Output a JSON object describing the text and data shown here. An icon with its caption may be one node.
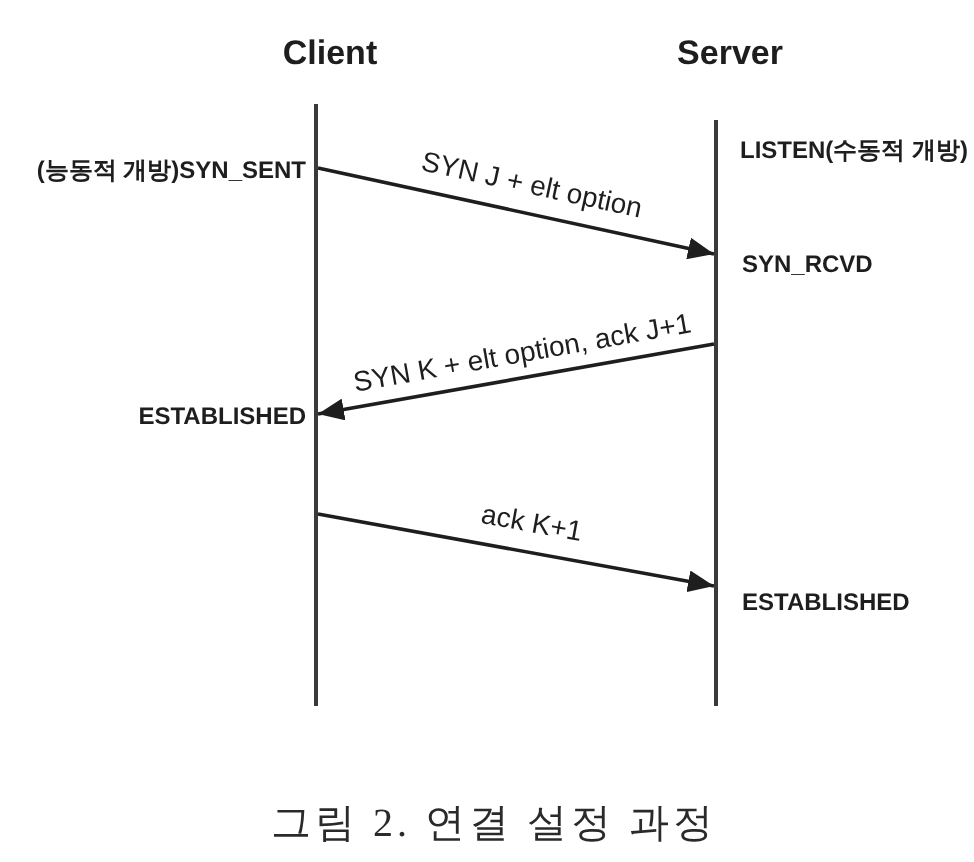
{
  "diagram": {
    "caption": "그림 2. 연결 설정 과정",
    "nodes": [
      {
        "text": [
          "Client"
        ]
      },
      {
        "text": [
          "Server"
        ]
      }
    ],
    "edges": [
      {
        "from": 0,
        "to": 1,
        "arrow": "to",
        "label": "SYN J + elt option"
      },
      {
        "from": 1,
        "to": 0,
        "arrow": "to",
        "label": "SYN K + elt option, ack J+1"
      },
      {
        "from": 0,
        "to": 1,
        "arrow": "to",
        "label": "ack K+1"
      }
    ],
    "labels": [
      "(능동적 개방)SYN_SENT",
      "LISTEN(수동적 개방)",
      "SYN_RCVD",
      "ESTABLISHED",
      "ESTABLISHED"
    ]
  }
}
